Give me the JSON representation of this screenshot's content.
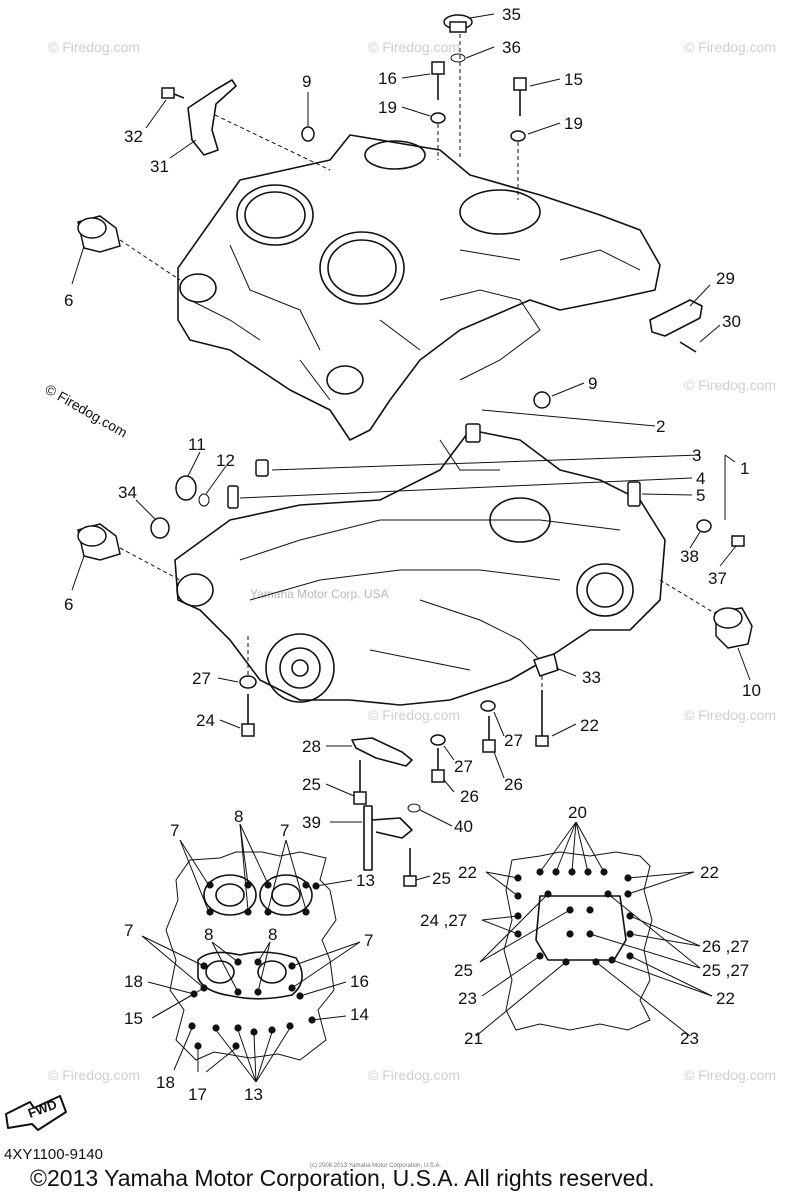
{
  "diagram_code": "4XY1100-9140",
  "copyright": "©2013 Yamaha Motor Corporation, U.S.A. All rights reserved.",
  "fine_print": "(c) 2008 2013 Yamaha Motor Corporation, U.S.A.",
  "watermark_text": "© Firedog.com",
  "center_watermark": "Yamaha Motor Corp. USA",
  "fwd_label": "FWD",
  "callouts": {
    "c1": "1",
    "c2": "2",
    "c3": "3",
    "c4": "4",
    "c5": "5",
    "c6a": "6",
    "c6b": "6",
    "c9a": "9",
    "c9b": "9",
    "c10": "10",
    "c11": "11",
    "c12": "12",
    "c15": "15",
    "c16": "16",
    "c19a": "19",
    "c19b": "19",
    "c22": "22",
    "c24": "24",
    "c26a": "26",
    "c26b": "26",
    "c27a": "27",
    "c27b": "27",
    "c27c": "27",
    "c25a": "25",
    "c25b": "25",
    "c28": "28",
    "c29": "29",
    "c30": "30",
    "c31": "31",
    "c32": "32",
    "c33": "33",
    "c34": "34",
    "c35": "35",
    "c36": "36",
    "c37": "37",
    "c38": "38",
    "c39": "39",
    "c40": "40",
    "l7a": "7",
    "l7b": "7",
    "l8a": "8",
    "l13a": "13",
    "l7c": "7",
    "l8b": "8",
    "l7d": "7",
    "l18a": "18",
    "l16": "16",
    "l15": "15",
    "l14": "14",
    "l18b": "18",
    "l17": "17",
    "l13b": "13",
    "r20": "20",
    "r22a": "22",
    "r22b": "22",
    "r2427": "24 ,27",
    "r2627": "26 ,27",
    "r25": "25",
    "r2527": "25 ,27",
    "r23a": "23",
    "r22c": "22",
    "r21": "21",
    "r23b": "23"
  },
  "colors": {
    "ink": "#111111",
    "watermark": "#cfcfcf"
  }
}
